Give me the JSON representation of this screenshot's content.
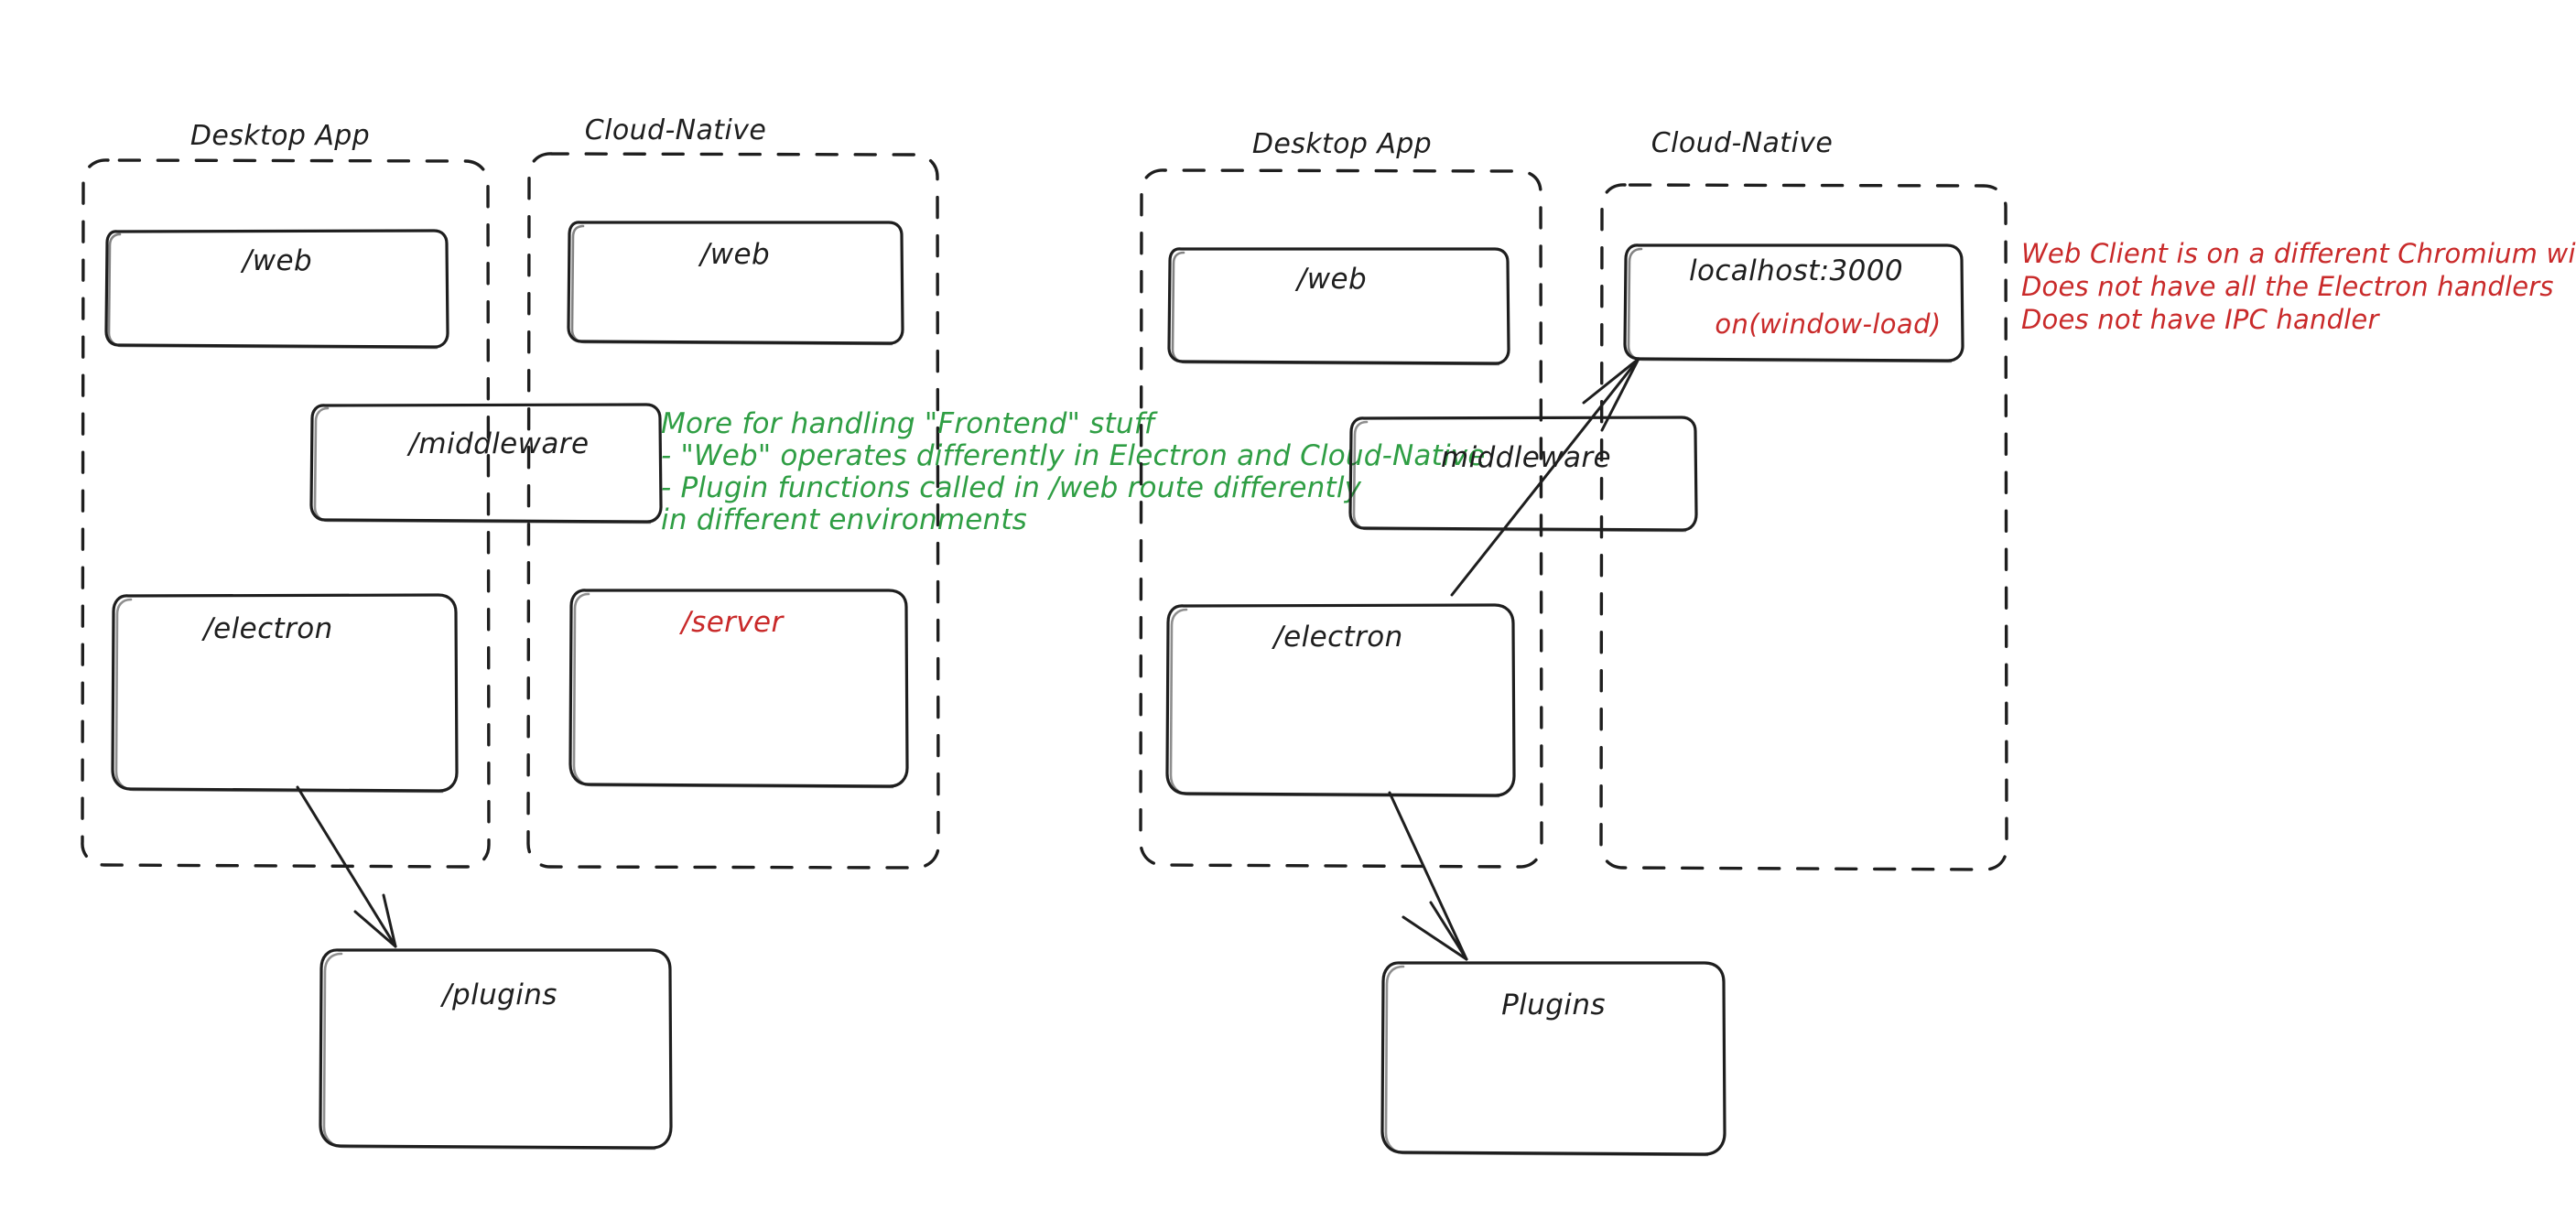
{
  "canvas": {
    "background": "#ffffff",
    "ink": "#1e1e1e",
    "accent_red": "#c92a2a",
    "accent_green": "#2f9e44"
  },
  "diagrams": [
    {
      "id": "left-diagram",
      "groups": [
        {
          "id": "left-desktop",
          "label": "Desktop App"
        },
        {
          "id": "left-cloud",
          "label": "Cloud-Native"
        }
      ],
      "boxes": [
        {
          "id": "left-desktop-web",
          "label": "/web",
          "color": "#1e1e1e"
        },
        {
          "id": "left-cloud-web",
          "label": "/web",
          "color": "#1e1e1e"
        },
        {
          "id": "left-middleware",
          "label": "/middleware",
          "color": "#1e1e1e"
        },
        {
          "id": "left-electron",
          "label": "/electron",
          "color": "#1e1e1e"
        },
        {
          "id": "left-server",
          "label": "/server",
          "color": "#c92a2a"
        },
        {
          "id": "left-plugins",
          "label": "/plugins",
          "color": "#1e1e1e"
        }
      ],
      "arrows": [
        {
          "id": "left-electron-to-plugins",
          "from": "left-electron",
          "to": "left-plugins"
        }
      ]
    },
    {
      "id": "right-diagram",
      "groups": [
        {
          "id": "right-desktop",
          "label": "Desktop App"
        },
        {
          "id": "right-cloud",
          "label": "Cloud-Native"
        }
      ],
      "boxes": [
        {
          "id": "right-desktop-web",
          "label": "/web",
          "color": "#1e1e1e"
        },
        {
          "id": "right-localhost",
          "label": "localhost:3000",
          "sublabel": "on(window-load)",
          "color": "#1e1e1e",
          "sublabel_color": "#c92a2a"
        },
        {
          "id": "right-middleware",
          "label": "middleware",
          "color": "#1e1e1e"
        },
        {
          "id": "right-electron",
          "label": "/electron",
          "color": "#1e1e1e"
        },
        {
          "id": "right-plugins",
          "label": "Plugins",
          "color": "#1e1e1e"
        }
      ],
      "arrows": [
        {
          "id": "right-electron-to-localhost",
          "from": "right-electron",
          "to": "right-localhost"
        },
        {
          "id": "right-electron-to-plugins",
          "from": "right-electron",
          "to": "right-plugins"
        }
      ]
    }
  ],
  "annotations": {
    "green_note": {
      "id": "green-note",
      "color": "#2f9e44",
      "lines": [
        "More for handling \"Frontend\" stuff",
        "- \"Web\" operates differently in Electron and Cloud-Native",
        "- Plugin functions called in /web route differently",
        "in different environments"
      ]
    },
    "red_note": {
      "id": "red-note",
      "color": "#c92a2a",
      "lines": [
        "Web Client is on a different Chromium window",
        "Does not have all the Electron handlers",
        "Does not have IPC handler"
      ]
    }
  }
}
